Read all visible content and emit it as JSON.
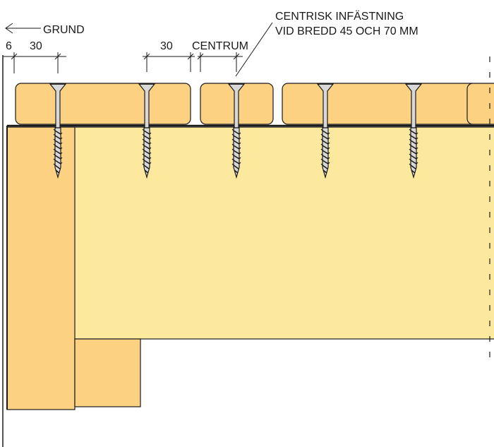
{
  "labels": {
    "grund": "GRUND",
    "dim_left_gap": "6",
    "dim_left_width": "30",
    "dim_mid_width": "30",
    "centrum": "CENTRUM",
    "note_line1": "CENTRISK INFÄSTNING",
    "note_line2": "VID BREDD 45 OCH 70 MM"
  },
  "colors": {
    "board_top": "#fcd282",
    "board_light": "#fde99e",
    "board_side": "#fcd282",
    "outline": "#1a1a1a",
    "screw_fill": "#d8d8d8"
  },
  "icons": {
    "screw": "countersunk-wood-screw"
  }
}
